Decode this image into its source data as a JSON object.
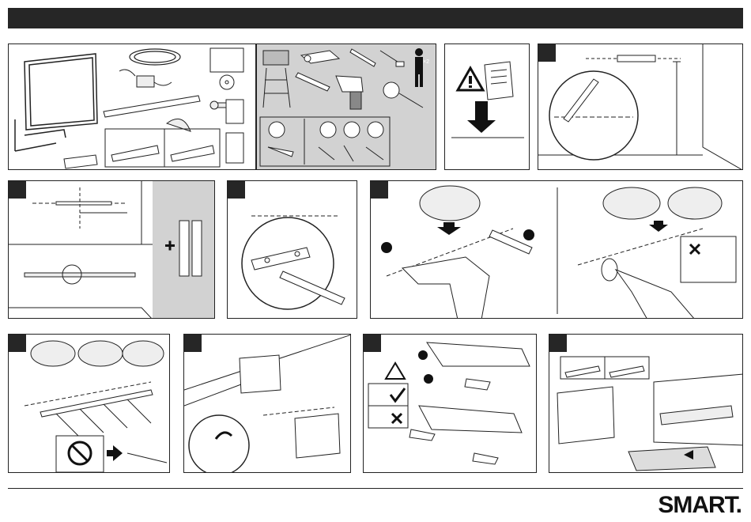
{
  "brand": {
    "logo_text": "SMART."
  },
  "colors": {
    "header_bar": "#262626",
    "gray_panel": "#d2d2d2",
    "line": "#222222",
    "arrow": "#111111"
  },
  "icons": [
    "whiteboard",
    "cable",
    "power-adapter",
    "pen-tray",
    "mounting-bracket",
    "screws",
    "documents",
    "cd",
    "ladder",
    "projector",
    "level",
    "drill",
    "pencil",
    "person-x2",
    "warning",
    "pencil-mark",
    "drywall-anchor",
    "screwdriver"
  ],
  "labels": {
    "person_count": "×2"
  }
}
